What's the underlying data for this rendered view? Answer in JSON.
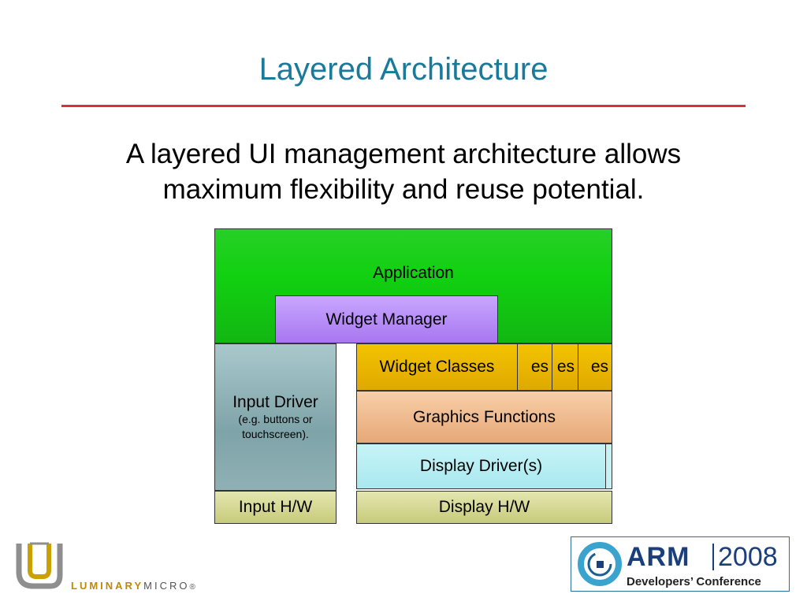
{
  "slide": {
    "title": "Layered Architecture",
    "subtitle_line1": "A layered UI management architecture allows",
    "subtitle_line2": "maximum flexibility and reuse potential."
  },
  "diagram": {
    "application": "Application",
    "widget_manager": "Widget Manager",
    "input_driver": "Input Driver",
    "input_driver_note_line1": "(e.g. buttons or",
    "input_driver_note_line2": "touchscreen).",
    "widget_classes": "Widget Classes",
    "widget_classes_back": [
      "es",
      "es",
      "es"
    ],
    "graphics_functions": "Graphics Functions",
    "display_drivers": "Display Driver(s)",
    "input_hw": "Input H/W",
    "display_hw": "Display H/W"
  },
  "logos": {
    "luminary_bold": "LUMINARY",
    "luminary_light": "MICRO",
    "luminary_reg": "®",
    "arm_word": "ARM",
    "arm_year": "2008",
    "arm_conference": "Developers’ Conference"
  },
  "colors": {
    "title": "#1a7a9a",
    "rule": "#d8352a",
    "application": "#11d111",
    "widget_manager": "#b88ef8",
    "input_driver": "#8fb1b5",
    "widget_classes": "#e8b400",
    "graphics_functions": "#f0bc90",
    "display_driver": "#bdf0f5",
    "hardware": "#d6d995"
  }
}
